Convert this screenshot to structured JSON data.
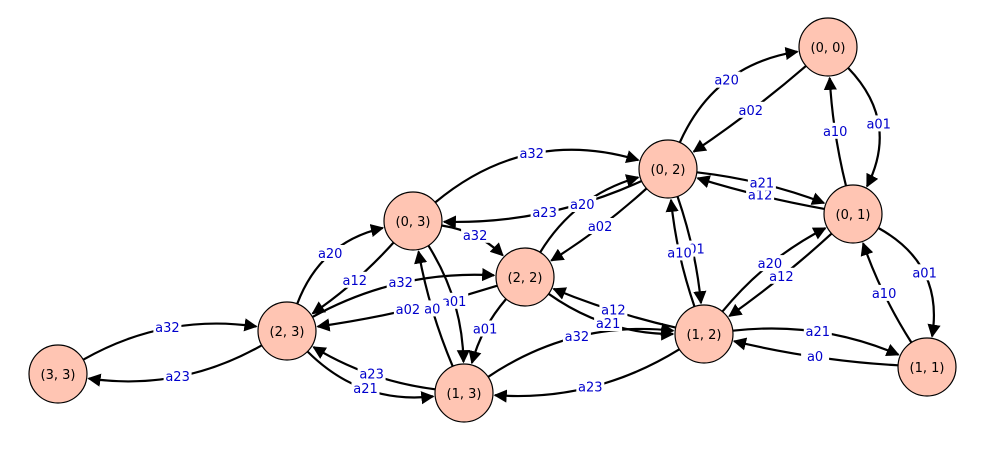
{
  "colors": {
    "node_fill": "#ffc5b3",
    "node_stroke": "#000000",
    "edge": "#000000",
    "edge_label": "#0000cc"
  },
  "nodes": [
    {
      "id": "n00",
      "label": "(0, 0)"
    },
    {
      "id": "n01",
      "label": "(0, 1)"
    },
    {
      "id": "n02",
      "label": "(0, 2)"
    },
    {
      "id": "n03",
      "label": "(0, 3)"
    },
    {
      "id": "n11",
      "label": "(1, 1)"
    },
    {
      "id": "n12",
      "label": "(1, 2)"
    },
    {
      "id": "n13",
      "label": "(1, 3)"
    },
    {
      "id": "n22",
      "label": "(2, 2)"
    },
    {
      "id": "n23",
      "label": "(2, 3)"
    },
    {
      "id": "n33",
      "label": "(3, 3)"
    }
  ],
  "edges": [
    {
      "from": "n00",
      "to": "n01",
      "label": "a01"
    },
    {
      "from": "n00",
      "to": "n02",
      "label": "a02"
    },
    {
      "from": "n01",
      "to": "n00",
      "label": "a10"
    },
    {
      "from": "n01",
      "to": "n11",
      "label": "a01"
    },
    {
      "from": "n01",
      "to": "n12",
      "label": "a12"
    },
    {
      "from": "n01",
      "to": "n02",
      "label": "a12"
    },
    {
      "from": "n02",
      "to": "n00",
      "label": "a20"
    },
    {
      "from": "n02",
      "to": "n01",
      "label": "a21"
    },
    {
      "from": "n02",
      "to": "n22",
      "label": "a02"
    },
    {
      "from": "n02",
      "to": "n03",
      "label": "a23"
    },
    {
      "from": "n02",
      "to": "n12",
      "label": "a01"
    },
    {
      "from": "n03",
      "to": "n02",
      "label": "a32"
    },
    {
      "from": "n03",
      "to": "n22",
      "label": "a32"
    },
    {
      "from": "n03",
      "to": "n13",
      "label": "a01"
    },
    {
      "from": "n03",
      "to": "n23",
      "label": "a12"
    },
    {
      "from": "n11",
      "to": "n01",
      "label": "a10"
    },
    {
      "from": "n11",
      "to": "n12",
      "label": "a0"
    },
    {
      "from": "n12",
      "to": "n01",
      "label": "a20"
    },
    {
      "from": "n12",
      "to": "n11",
      "label": "a21"
    },
    {
      "from": "n12",
      "to": "n22",
      "label": "a12"
    },
    {
      "from": "n12",
      "to": "n02",
      "label": "a10"
    },
    {
      "from": "n12",
      "to": "n13",
      "label": "a23"
    },
    {
      "from": "n13",
      "to": "n12",
      "label": "a32"
    },
    {
      "from": "n13",
      "to": "n23",
      "label": "a23"
    },
    {
      "from": "n13",
      "to": "n03",
      "label": "a0"
    },
    {
      "from": "n22",
      "to": "n02",
      "label": "a20"
    },
    {
      "from": "n22",
      "to": "n12",
      "label": "a21"
    },
    {
      "from": "n22",
      "to": "n23",
      "label": "a02"
    },
    {
      "from": "n22",
      "to": "n13",
      "label": "a01"
    },
    {
      "from": "n23",
      "to": "n03",
      "label": "a20"
    },
    {
      "from": "n23",
      "to": "n13",
      "label": "a21"
    },
    {
      "from": "n23",
      "to": "n22",
      "label": "a32"
    },
    {
      "from": "n23",
      "to": "n33",
      "label": "a23"
    },
    {
      "from": "n33",
      "to": "n23",
      "label": "a32"
    }
  ]
}
